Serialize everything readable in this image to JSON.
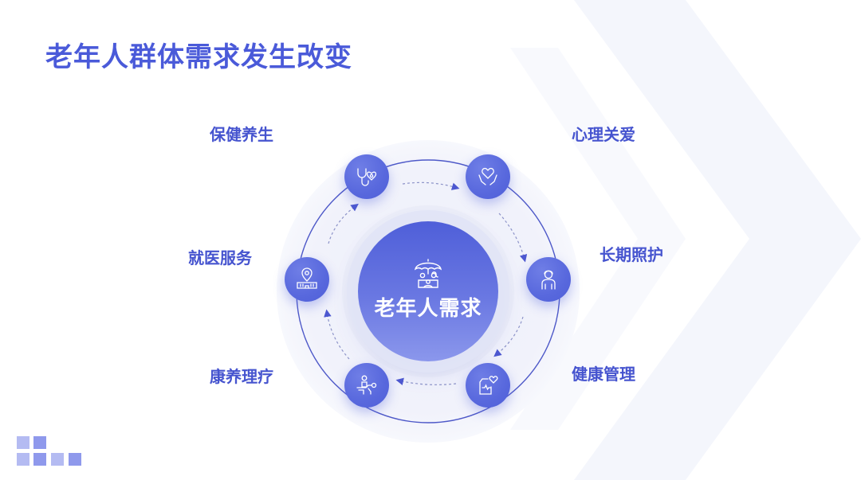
{
  "slide": {
    "title": "老年人群体需求发生改变"
  },
  "center": {
    "label": "老年人需求",
    "icon": "umbrella-family-icon"
  },
  "nodes": [
    {
      "label": "保健养生",
      "icon": "stethoscope-heart-icon"
    },
    {
      "label": "心理关爱",
      "icon": "heart-hands-icon"
    },
    {
      "label": "长期照护",
      "icon": "caregiver-person-icon"
    },
    {
      "label": "健康管理",
      "icon": "health-record-heart-icon"
    },
    {
      "label": "康养理疗",
      "icon": "physical-therapy-icon"
    },
    {
      "label": "就医服务",
      "icon": "hospital-location-icon"
    }
  ],
  "colors": {
    "title": "#4a5ad9",
    "label": "#4654cf",
    "node": "#5868dd",
    "center_top": "#4f5fd9",
    "center_bottom": "#8b97ec",
    "ring": "#4d58c8",
    "decor_square_light": "#b4bbf2",
    "decor_square_dark": "#8f99ec"
  }
}
